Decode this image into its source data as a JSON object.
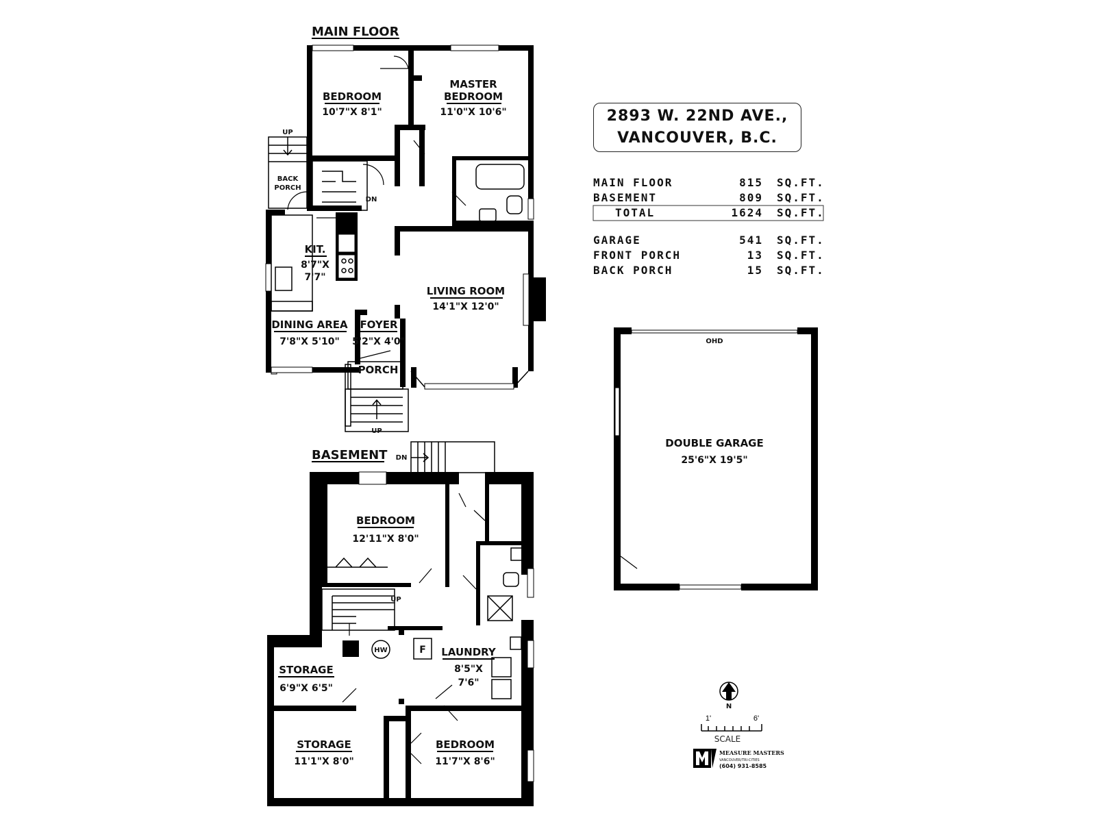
{
  "main_floor": {
    "title": "MAIN FLOOR",
    "rooms": [
      {
        "name": "BEDROOM",
        "dims": "10'7\"X 8'1\""
      },
      {
        "name_line1": "MASTER",
        "name_line2": "BEDROOM",
        "dims": "11'0\"X 10'6\""
      },
      {
        "name": "KIT.",
        "dims_line1": "8'7\"X",
        "dims_line2": "7'7\""
      },
      {
        "name": "LIVING ROOM",
        "dims": "14'1\"X 12'0\""
      },
      {
        "name": "DINING AREA",
        "dims": "7'8\"X 5'10\""
      },
      {
        "name": "FOYER",
        "dims": "5'2\"X 4'0\""
      },
      {
        "name": "PORCH"
      }
    ],
    "back_porch_line1": "BACK",
    "back_porch_line2": "PORCH",
    "up_label_back": "UP",
    "up_label_front": "UP",
    "dn_label": "DN"
  },
  "basement": {
    "title": "BASEMENT",
    "rooms": [
      {
        "name": "BEDROOM",
        "dims": "12'11\"X 8'0\""
      },
      {
        "name": "STORAGE",
        "dims": "6'9\"X 6'5\""
      },
      {
        "name": "LAUNDRY",
        "dims_line1": "8'5\"X",
        "dims_line2": "7'6\""
      },
      {
        "name": "STORAGE",
        "dims": "11'1\"X 8'0\""
      },
      {
        "name": "BEDROOM",
        "dims": "11'7\"X 8'6\""
      }
    ],
    "dn_label": "DN",
    "up_label": "UP",
    "hw_label": "HW",
    "f_label": "F"
  },
  "address": {
    "line1": "2893 W. 22ND AVE.,",
    "line2": "VANCOUVER, B.C."
  },
  "areas": [
    {
      "label": "MAIN FLOOR",
      "value": "815",
      "unit": "SQ.FT."
    },
    {
      "label": "BASEMENT",
      "value": "809",
      "unit": "SQ.FT."
    },
    {
      "label": "TOTAL",
      "value": "1624",
      "unit": "SQ.FT."
    },
    {
      "label": "GARAGE",
      "value": "541",
      "unit": "SQ.FT."
    },
    {
      "label": "FRONT PORCH",
      "value": "13",
      "unit": "SQ.FT."
    },
    {
      "label": "BACK PORCH",
      "value": "15",
      "unit": "SQ.FT."
    }
  ],
  "garage": {
    "name": "DOUBLE GARAGE",
    "dims": "25'6\"X 19'5\"",
    "door_label": "OHD"
  },
  "legend": {
    "north": "N",
    "scale_min": "1'",
    "scale_max": "6'",
    "scale_label": "SCALE",
    "company": "MEASURE MASTERS",
    "company_sub": "VANCOUVER/TRI-CITIES",
    "phone": "(604) 931-8585"
  }
}
